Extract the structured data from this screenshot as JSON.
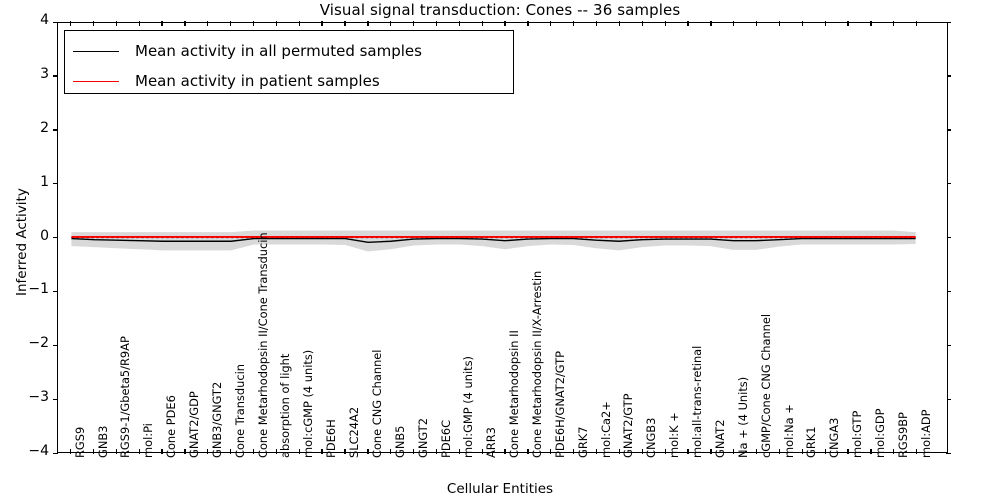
{
  "chart_data": {
    "type": "line",
    "title": "Visual signal transduction: Cones -- 36 samples",
    "xlabel": "Cellular Entities",
    "ylabel": "Inferred Activity",
    "ylim": [
      -4,
      4
    ],
    "yticks": [
      -4,
      -3,
      -2,
      -1,
      0,
      1,
      2,
      3,
      4
    ],
    "grid": false,
    "legend_position": "upper left",
    "legend": [
      {
        "name": "Mean activity in all permuted samples",
        "color": "#000000",
        "style": "solid"
      },
      {
        "name": "Mean activity in patient samples",
        "color": "#ff0000",
        "style": "solid"
      }
    ],
    "categories": [
      "RGS9",
      "GNB3",
      "RGS9-1/Gbeta5/R9AP",
      "mol:Pi",
      "Cone PDE6",
      "GNAT2/GDP",
      "GNB3/GNGT2",
      "Cone Transducin",
      "Cone Metarhodopsin II/Cone Transducin",
      "absorption of light",
      "mol:cGMP (4 units)",
      "PDE6H",
      "SLC24A2",
      "Cone CNG Channel",
      "GNB5",
      "GNGT2",
      "PDE6C",
      "mol:GMP (4 units)",
      "ARR3",
      "Cone Metarhodopsin II",
      "Cone Metarhodopsin II/X-Arrestin",
      "PDE6H/GNAT2/GTP",
      "GRK7",
      "mol:Ca2+",
      "GNAT2/GTP",
      "CNGB3",
      "mol:K +",
      "mol:all-trans-retinal",
      "GNAT2",
      "Na + (4 Units)",
      "cGMP/Cone CNG Channel",
      "mol:Na +",
      "GRK1",
      "CNGA3",
      "mol:GTP",
      "mol:GDP",
      "RGS9BP",
      "mol:ADP"
    ],
    "series": [
      {
        "name": "Mean activity in all permuted samples",
        "color": "#000000",
        "values": [
          -0.02,
          -0.04,
          -0.05,
          -0.06,
          -0.07,
          -0.07,
          -0.07,
          -0.07,
          -0.02,
          -0.02,
          -0.02,
          -0.02,
          -0.02,
          -0.09,
          -0.07,
          -0.03,
          -0.02,
          -0.02,
          -0.03,
          -0.06,
          -0.03,
          -0.02,
          -0.02,
          -0.05,
          -0.07,
          -0.04,
          -0.03,
          -0.03,
          -0.03,
          -0.06,
          -0.06,
          -0.04,
          -0.02,
          -0.02,
          -0.02,
          -0.02,
          -0.02,
          -0.02
        ]
      },
      {
        "name": "Mean activity in patient samples",
        "color": "#ff0000",
        "values": [
          0.01,
          0.01,
          0.01,
          0.01,
          0.01,
          0.01,
          0.01,
          0.01,
          0.01,
          0.01,
          0.01,
          0.01,
          0.01,
          0.01,
          0.01,
          0.01,
          0.01,
          0.01,
          0.01,
          0.01,
          0.01,
          0.01,
          0.01,
          0.01,
          0.01,
          0.01,
          0.01,
          0.01,
          0.01,
          0.01,
          0.01,
          0.01,
          0.01,
          0.01,
          0.01,
          0.01,
          0.01,
          0.01
        ]
      }
    ],
    "band": {
      "name": "permuted standard deviation band",
      "color": "#d9d9d9",
      "upper": [
        0.1,
        0.1,
        0.1,
        0.1,
        0.1,
        0.1,
        0.1,
        0.1,
        0.13,
        0.13,
        0.13,
        0.13,
        0.13,
        0.13,
        0.13,
        0.13,
        0.13,
        0.13,
        0.13,
        0.13,
        0.13,
        0.13,
        0.13,
        0.13,
        0.13,
        0.13,
        0.13,
        0.13,
        0.13,
        0.13,
        0.13,
        0.13,
        0.13,
        0.13,
        0.13,
        0.13,
        0.13,
        0.1
      ],
      "lower": [
        -0.16,
        -0.18,
        -0.2,
        -0.22,
        -0.24,
        -0.24,
        -0.24,
        -0.24,
        -0.13,
        -0.13,
        -0.13,
        -0.13,
        -0.14,
        -0.26,
        -0.22,
        -0.15,
        -0.13,
        -0.13,
        -0.16,
        -0.22,
        -0.16,
        -0.13,
        -0.14,
        -0.2,
        -0.24,
        -0.18,
        -0.15,
        -0.15,
        -0.16,
        -0.23,
        -0.23,
        -0.17,
        -0.13,
        -0.13,
        -0.13,
        -0.13,
        -0.13,
        -0.12
      ]
    },
    "zero_line": {
      "value": 0,
      "style": "dotted",
      "color": "#000000"
    }
  }
}
